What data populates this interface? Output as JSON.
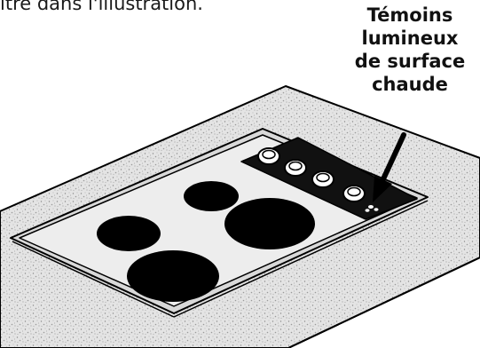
{
  "intro": {
    "text": "ître dans l'illustration."
  },
  "callout": {
    "lines": [
      "Témoins",
      "lumineux",
      "de surface",
      "chaude"
    ]
  },
  "colors": {
    "counter_fill": "#e6e6e6",
    "cooktop_fill": "#ededed",
    "burner_fill": "#000000",
    "control_panel_fill": "#111111",
    "outline": "#000000"
  },
  "icons": {
    "knob": "control-knob-icon",
    "indicator": "hot-surface-indicator-icon"
  }
}
